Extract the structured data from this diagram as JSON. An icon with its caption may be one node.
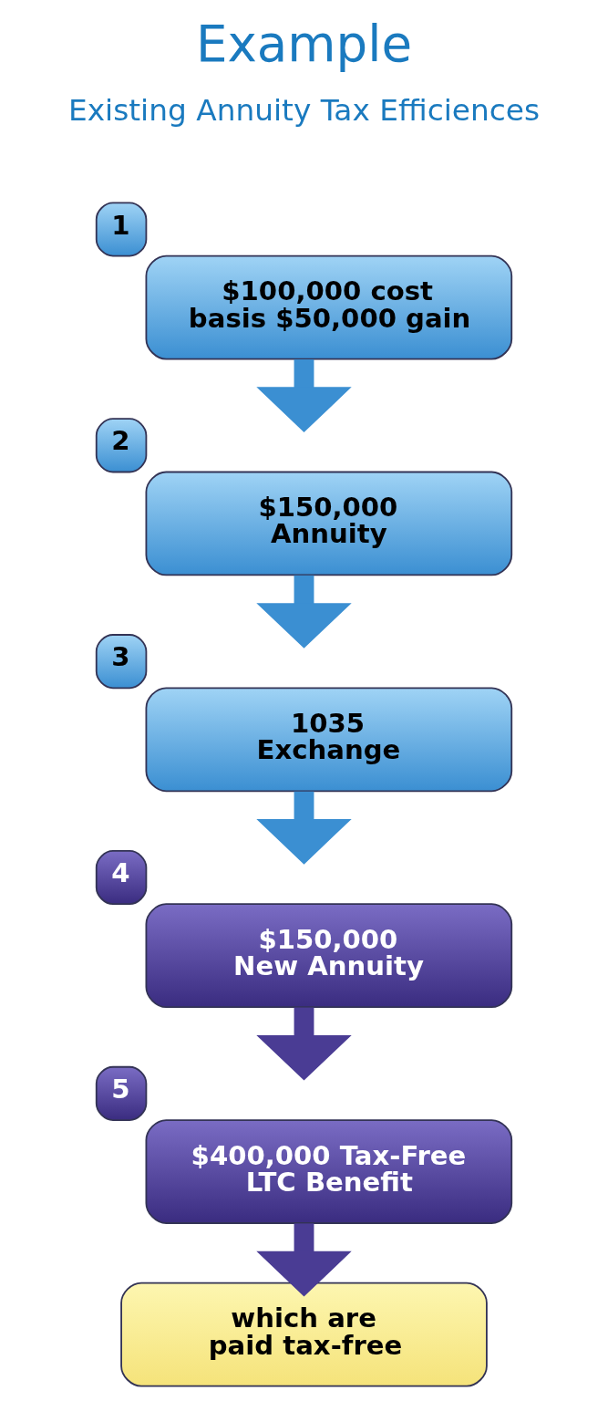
{
  "diagram": {
    "title": "Example",
    "nodes": [
      {
        "text": [
          "$100,000 cost basis $50,000 gain"
        ],
        "beside": [
          "1"
        ]
      },
      {
        "text": [
          "$150,000 Annuity"
        ],
        "beside": [
          "2"
        ]
      },
      {
        "text": [
          "1035 Exchange"
        ],
        "beside": [
          "3"
        ]
      },
      {
        "text": [
          "$150,000 New Annuity"
        ],
        "beside": [
          "4"
        ]
      },
      {
        "text": [
          "$400,000 Tax-Free LTC Benefit"
        ],
        "beside": [
          "5"
        ]
      },
      {
        "text": [
          "which are paid tax-free"
        ]
      }
    ],
    "edges": [
      {
        "from": 0,
        "to": 1,
        "arrow": "to"
      },
      {
        "from": 1,
        "to": 2,
        "arrow": "to"
      },
      {
        "from": 2,
        "to": 3,
        "arrow": "to"
      },
      {
        "from": 3,
        "to": 4,
        "arrow": "to",
        "color": "#4a3c94"
      },
      {
        "from": 4,
        "to": 5,
        "arrow": "to",
        "color": "#4a3c94"
      }
    ],
    "labels": [
      "Existing Annuity Tax Efficiences"
    ]
  }
}
